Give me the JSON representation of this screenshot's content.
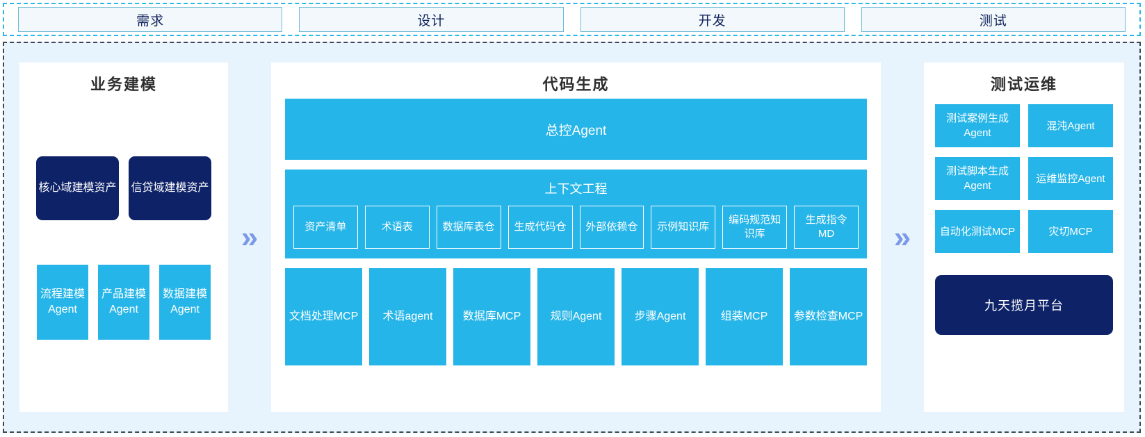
{
  "colors": {
    "cyan": "#26b5e8",
    "navy": "#0e2268",
    "panel_bg": "#ffffff",
    "canvas_bg": "#e8f4fd",
    "arrow": "#7b9ae8",
    "stage_border": "#6cb9d6",
    "stage_bg": "#f2f8fb"
  },
  "stages": [
    {
      "label": "需求"
    },
    {
      "label": "设计"
    },
    {
      "label": "开发"
    },
    {
      "label": "测试"
    }
  ],
  "arrows": {
    "glyph": "»"
  },
  "left_panel": {
    "title": "业务建模",
    "assets": [
      {
        "label": "核心域建模资产"
      },
      {
        "label": "信贷域建模资产"
      }
    ],
    "agents": [
      {
        "label": "流程建模Agent"
      },
      {
        "label": "产品建模Agent"
      },
      {
        "label": "数据建模Agent"
      }
    ]
  },
  "center_panel": {
    "title": "代码生成",
    "master_agent": "总控Agent",
    "context": {
      "title": "上下文工程",
      "items": [
        {
          "label": "资产清单"
        },
        {
          "label": "术语表"
        },
        {
          "label": "数据库表仓"
        },
        {
          "label": "生成代码仓"
        },
        {
          "label": "外部依赖仓"
        },
        {
          "label": "示例知识库"
        },
        {
          "label": "编码规范知识库"
        },
        {
          "label": "生成指令MD"
        }
      ]
    },
    "tools": [
      {
        "label": "文档处理MCP"
      },
      {
        "label": "术语agent"
      },
      {
        "label": "数据库MCP"
      },
      {
        "label": "规则Agent"
      },
      {
        "label": "步骤Agent"
      },
      {
        "label": "组装MCP"
      },
      {
        "label": "参数检查MCP"
      }
    ]
  },
  "right_panel": {
    "title": "测试运维",
    "items": [
      {
        "label": "测试案例生成Agent"
      },
      {
        "label": "混沌Agent"
      },
      {
        "label": "测试脚本生成Agent"
      },
      {
        "label": "运维监控Agent"
      },
      {
        "label": "自动化测试MCP"
      },
      {
        "label": "灾切MCP"
      }
    ],
    "platform": "九天揽月平台"
  }
}
